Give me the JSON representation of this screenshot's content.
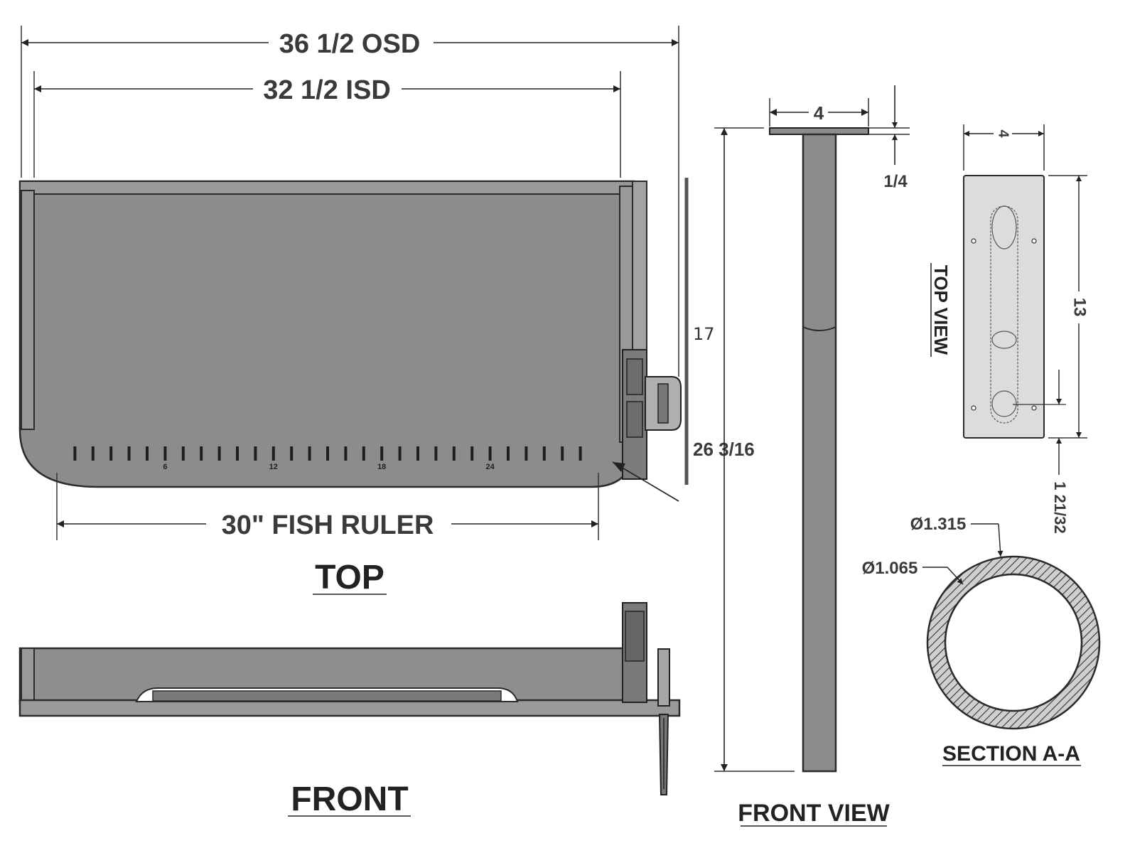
{
  "top_view": {
    "osd_label": "36 1/2 OSD",
    "isd_label": "32 1/2 ISD",
    "ruler_label": "30\" FISH RULER",
    "depth_label": "17",
    "overall_label": "26 3/16",
    "title": "TOP",
    "ruler_numbers": [
      "6",
      "12",
      "18",
      "24"
    ]
  },
  "front_view": {
    "title": "FRONT"
  },
  "post_front": {
    "width_label": "4",
    "thickness_label": "1/4",
    "title": "FRONT VIEW"
  },
  "plate_top": {
    "width_label": "4",
    "length_label": "13",
    "offset_label": "1 21/32",
    "title": "TOP VIEW"
  },
  "section": {
    "outer_dia": "Ø1.315",
    "inner_dia": "Ø1.065",
    "title": "SECTION A-A"
  },
  "colors": {
    "tray_fill": "#8c8c8c",
    "rail_fill": "#9a9a9a",
    "plate_fill": "#dcdcdc",
    "outline": "#2b2b2b"
  }
}
